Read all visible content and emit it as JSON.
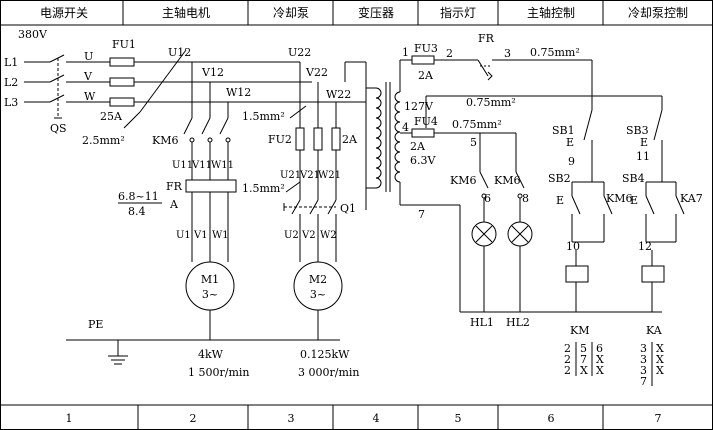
{
  "header": {
    "sections": [
      "电源开关",
      "主轴电机",
      "冷却泵",
      "变压器",
      "指示灯",
      "主轴控制",
      "冷却泵控制"
    ]
  },
  "footer": {
    "zones": [
      "1",
      "2",
      "3",
      "4",
      "5",
      "6",
      "7"
    ]
  },
  "supply": {
    "voltage": "380V",
    "phases": [
      "L1",
      "L2",
      "L3"
    ],
    "switch": "QS",
    "fuse": "FU1",
    "fuse_rating": "25A",
    "wire": "2.5mm²",
    "pe": "PE"
  },
  "main_motor": {
    "bus": [
      "U12",
      "V12",
      "W12"
    ],
    "contactor": "KM6",
    "terminals": [
      "U11",
      "V11",
      "W11"
    ],
    "relay": "FR",
    "relay_setting_top": "6.8~11",
    "relay_setting_bottom": "8.4",
    "relay_unit": "A",
    "outputs": [
      "U1",
      "V1",
      "W1"
    ],
    "motor_name": "M1",
    "motor_phase": "3~",
    "power": "4kW",
    "speed": "1 500r/min"
  },
  "coolant_pump": {
    "bus": [
      "U22",
      "V22",
      "W22"
    ],
    "wire": "1.5mm²",
    "fuse": "FU2",
    "fuse_rating": "2A",
    "terminals": [
      "U21",
      "V21",
      "W21"
    ],
    "wire2": "1.5mm²",
    "switch": "Q1",
    "outputs": [
      "U2",
      "V2",
      "W2"
    ],
    "motor_name": "M2",
    "motor_phase": "3~",
    "power": "0.125kW",
    "speed": "3 000r/min"
  },
  "transformer": {
    "sec_voltage": "127V",
    "lamp_voltage": "6.3V",
    "node1": "1",
    "node4": "4",
    "node7": "7"
  },
  "control": {
    "fuse3": "FU3",
    "fuse3_rating": "2A",
    "fuse4": "FU4",
    "fuse4_rating": "2A",
    "relay": "FR",
    "node2": "2",
    "node3": "3",
    "wire_top": "0.75mm²",
    "wire_mid": "0.75mm²",
    "wire_lamp": "0.75mm²"
  },
  "indicators": {
    "node5": "5",
    "node6": "6",
    "node8": "8",
    "km6_a": "KM6",
    "km6_b": "KM6",
    "lamp1": "HL1",
    "lamp2": "HL2"
  },
  "spindle_control": {
    "stop": "SB1",
    "stop_e": "E",
    "node9": "9",
    "start": "SB2",
    "start_e": "E",
    "aux": "KM6",
    "node10": "10",
    "coil": "KM"
  },
  "pump_control": {
    "stop": "SB3",
    "stop_e": "E",
    "node11": "11",
    "start": "SB4",
    "start_e": "E",
    "aux": "KA7",
    "node12": "12",
    "coil": "KA"
  },
  "contact_table": {
    "km_left": [
      "2",
      "2",
      "2"
    ],
    "km_mid": [
      "5",
      "7",
      "X"
    ],
    "km_right": [
      "6",
      "X",
      "X"
    ],
    "ka_left": [
      "3",
      "3",
      "3",
      "7"
    ],
    "ka_right": [
      "X",
      "X",
      "X",
      ""
    ]
  }
}
